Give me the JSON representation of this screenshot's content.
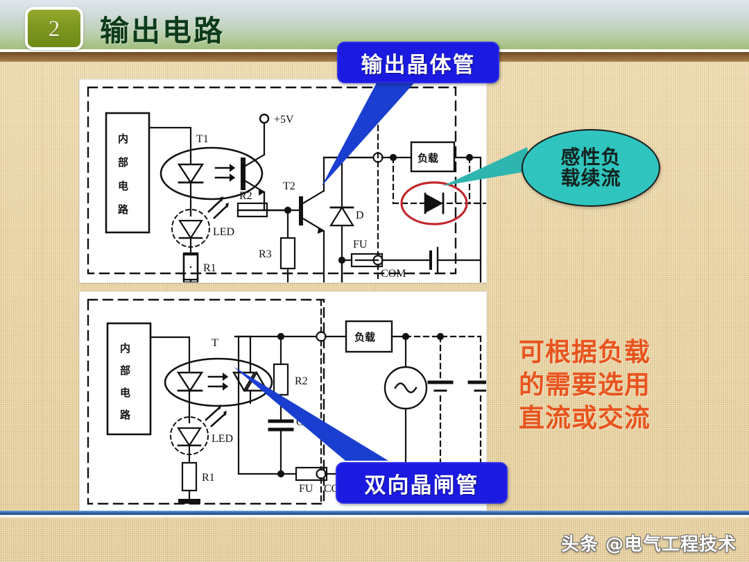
{
  "header": {
    "badge_number": "2",
    "title": "输出电路"
  },
  "callouts": {
    "top_blue": "输出晶体管",
    "bottom_blue": "双向晶闸管",
    "teal_line1": "感性负",
    "teal_line2": "载续流"
  },
  "note_orange": {
    "line1": "可根据负载",
    "line2": "的需要选用",
    "line3": "直流或交流"
  },
  "watermark": "头条 @电气工程技术",
  "colors": {
    "callout_blue": "#1a1ae0",
    "callout_teal": "#2fc4bd",
    "note_orange": "#e8541d",
    "badge_green": "#7e971f",
    "highlight_red": "#c0282d",
    "title_green": "#0d3b1b"
  },
  "circuit_top": {
    "title_hint": "transistor output circuit",
    "inner_block": "内部电路",
    "labels": {
      "supply": "+5V",
      "optocoupler": "T1",
      "led": "LED",
      "r1": "R1",
      "r2": "R2",
      "r3": "R3",
      "transistor": "T2",
      "diode": "D",
      "fuse": "FU",
      "common": "COM",
      "load": "负载"
    }
  },
  "circuit_bottom": {
    "title_hint": "triac output circuit",
    "inner_block": "内部电路",
    "labels": {
      "optocoupler": "T",
      "led": "LED",
      "r1": "R1",
      "r2": "R2",
      "capacitor": "C",
      "fuse": "FU",
      "common": "COM",
      "load": "负载"
    }
  }
}
